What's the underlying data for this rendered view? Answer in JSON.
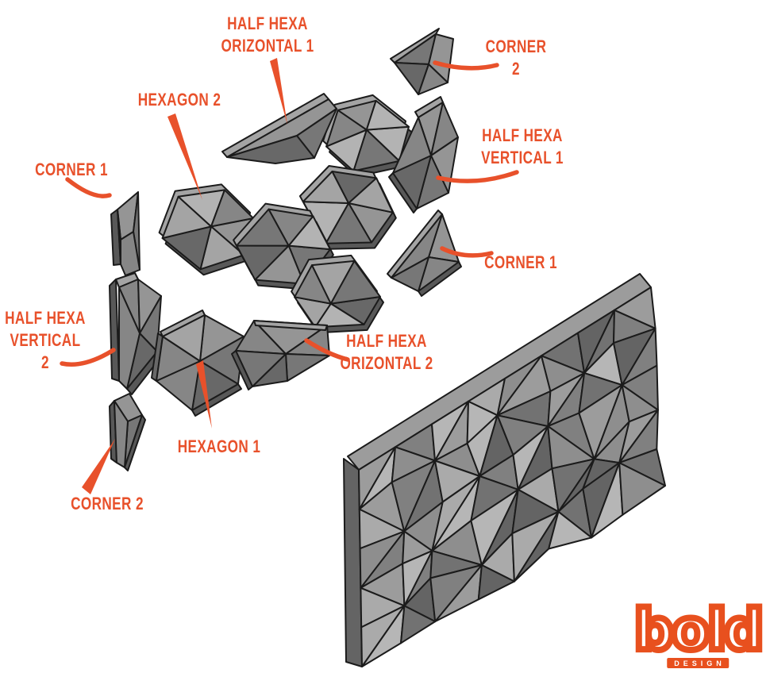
{
  "labels": [
    {
      "id": "half-hexa-orizontal-1",
      "lines": [
        "HALF HEXA",
        "ORIZONTAL 1"
      ]
    },
    {
      "id": "hexagon-2",
      "lines": [
        "HEXAGON 2"
      ]
    },
    {
      "id": "corner-2-top",
      "lines": [
        "CORNER",
        "2"
      ]
    },
    {
      "id": "corner-1-left",
      "lines": [
        "CORNER 1"
      ]
    },
    {
      "id": "half-hexa-vertical-1",
      "lines": [
        "HALF HEXA",
        "VERTICAL 1"
      ]
    },
    {
      "id": "corner-1-right",
      "lines": [
        "CORNER 1"
      ]
    },
    {
      "id": "half-hexa-vertical-2",
      "lines": [
        "HALF HEXA",
        "VERTICAL",
        "2"
      ]
    },
    {
      "id": "half-hexa-orizontal-2",
      "lines": [
        "HALF HEXA",
        "ORIZONTAL 2"
      ]
    },
    {
      "id": "hexagon-1",
      "lines": [
        "HEXAGON 1"
      ]
    },
    {
      "id": "corner-2-bottom",
      "lines": [
        "CORNER 2"
      ]
    }
  ],
  "logo": {
    "word": "bold",
    "sub": "DESIGN"
  },
  "colors": {
    "accent": "#E8512B",
    "logo_orange": "#E8501E",
    "outline": "#1b1b1b",
    "panel_grays": [
      "#474747",
      "#585858",
      "#686868",
      "#777777",
      "#868686",
      "#959595",
      "#a4a4a4",
      "#b3b3b3"
    ],
    "wall_grays": [
      "#565656",
      "#646464",
      "#727272",
      "#808080",
      "#8e8e8e",
      "#9c9c9c",
      "#aaaaaa",
      "#b6b6b6"
    ]
  }
}
